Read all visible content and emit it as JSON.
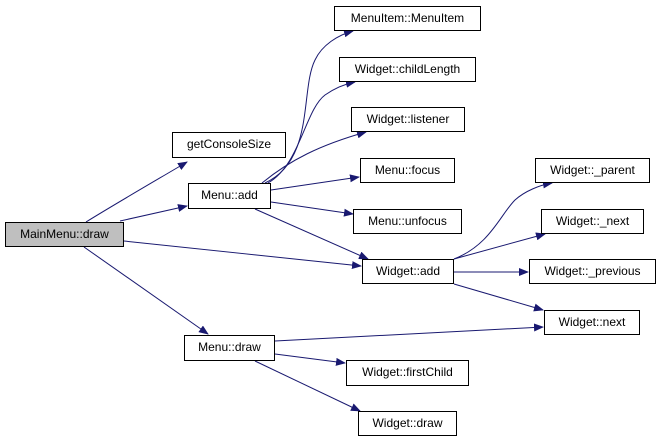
{
  "graph": {
    "edge_color": "#191970",
    "root_fill": "#bfbfbf",
    "nodes": {
      "mainmenu_draw": "MainMenu::draw",
      "getconsolesize": "getConsoleSize",
      "menu_add": "Menu::add",
      "menu_draw": "Menu::draw",
      "menuitem_menuitem": "MenuItem::MenuItem",
      "widget_childlength": "Widget::childLength",
      "widget_listener": "Widget::listener",
      "menu_focus": "Menu::focus",
      "menu_unfocus": "Menu::unfocus",
      "widget_add": "Widget::add",
      "widget_parent": "Widget::_parent",
      "widget_next_private": "Widget::_next",
      "widget_previous": "Widget::_previous",
      "widget_next": "Widget::next",
      "widget_firstchild": "Widget::firstChild",
      "widget_draw": "Widget::draw"
    },
    "edges": [
      [
        "MainMenu::draw",
        "getConsoleSize"
      ],
      [
        "MainMenu::draw",
        "Menu::add"
      ],
      [
        "MainMenu::draw",
        "Widget::add"
      ],
      [
        "MainMenu::draw",
        "Menu::draw"
      ],
      [
        "Menu::add",
        "MenuItem::MenuItem"
      ],
      [
        "Menu::add",
        "Widget::childLength"
      ],
      [
        "Menu::add",
        "Widget::listener"
      ],
      [
        "Menu::add",
        "Menu::focus"
      ],
      [
        "Menu::add",
        "Menu::unfocus"
      ],
      [
        "Menu::add",
        "Widget::add"
      ],
      [
        "Widget::add",
        "Widget::_parent"
      ],
      [
        "Widget::add",
        "Widget::_next"
      ],
      [
        "Widget::add",
        "Widget::_previous"
      ],
      [
        "Widget::add",
        "Widget::next"
      ],
      [
        "Menu::draw",
        "Widget::next"
      ],
      [
        "Menu::draw",
        "Widget::firstChild"
      ],
      [
        "Menu::draw",
        "Widget::draw"
      ]
    ]
  }
}
